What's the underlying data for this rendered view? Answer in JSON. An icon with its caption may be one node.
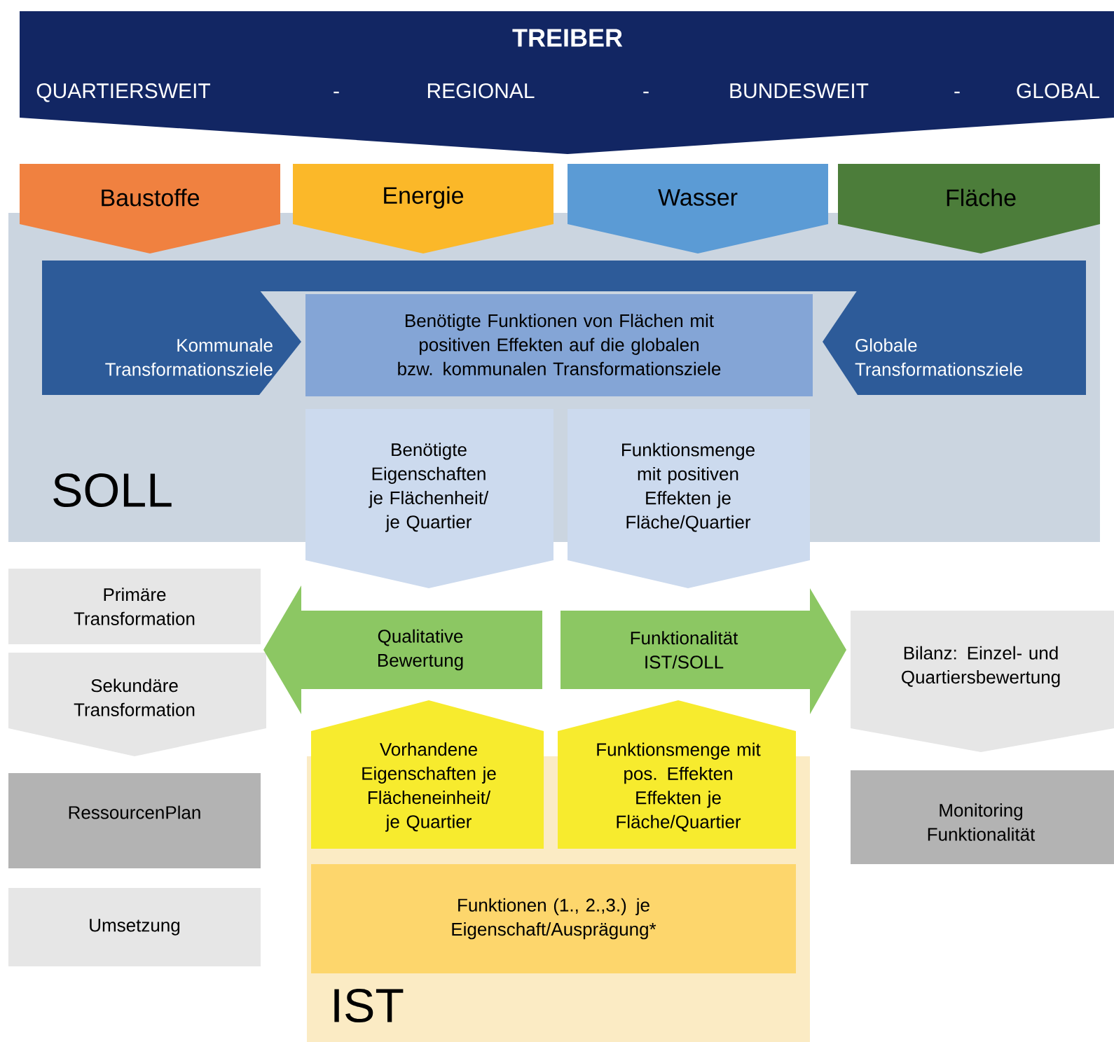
{
  "diagram": {
    "nodes": [
      {
        "text": [
          "TREIBER",
          "QUARTIERSWEIT",
          "-",
          "REGIONAL",
          "-",
          "BUNDESWEIT",
          "-",
          "GLOBAL"
        ]
      },
      {
        "text": [
          "Baustoffe"
        ]
      },
      {
        "text": [
          "Energie"
        ]
      },
      {
        "text": [
          "Wasser"
        ]
      },
      {
        "text": [
          "Fläche"
        ]
      },
      {
        "text": [
          "SOLL"
        ]
      },
      {
        "text": [
          "Kommunale Transformationsziele"
        ],
        "in": 5
      },
      {
        "text": [
          "Benötigte Funktionen von Flächen mit positiven Effekten auf die globalen bzw. kommunalen Transformationsziele"
        ],
        "in": 5
      },
      {
        "text": [
          "Globale Transformationsziele"
        ],
        "in": 5
      },
      {
        "text": [
          "Benötigte Eigenschaften je Flächenheit/ je Quartier"
        ]
      },
      {
        "text": [
          "Funktionsmenge mit positiven Effekten je Fläche/Quartier"
        ]
      },
      {
        "text": [
          "Primäre Transformation"
        ]
      },
      {
        "text": [
          "Sekundäre Transformation"
        ]
      },
      {
        "text": [
          "RessourcenPlan"
        ]
      },
      {
        "text": [
          "Umsetzung"
        ]
      },
      {
        "text": [
          "Qualitative Bewertung"
        ]
      },
      {
        "text": [
          "Funktionalität IST/SOLL"
        ]
      },
      {
        "text": [
          "Bilanz: Einzel- und Quartiersbewertung"
        ]
      },
      {
        "text": [
          "Monitoring Funktionalität"
        ]
      },
      {
        "text": [
          "IST"
        ]
      },
      {
        "text": [
          "Vorhandene Eigenschaften je Flächeneinheit/ je Quartier"
        ]
      },
      {
        "text": [
          "Funktionsmenge mit pos. Effekten Effekten je Fläche/Quartier"
        ]
      },
      {
        "text": [
          "Funktionen (1., 2.,3.) je Eigenschaft/Ausprägung*"
        ],
        "in": 19
      }
    ]
  }
}
